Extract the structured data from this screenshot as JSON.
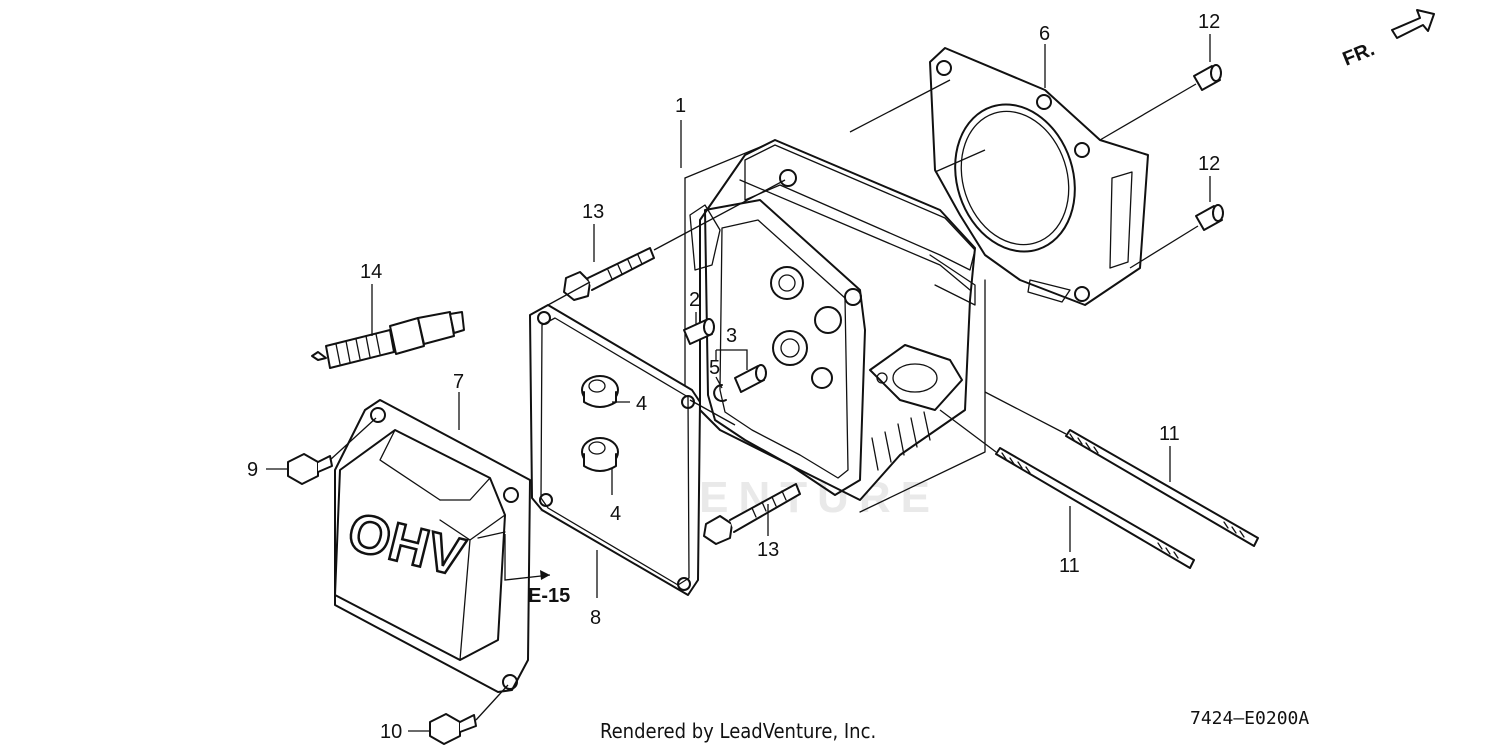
{
  "watermark": "LEADVENTURE",
  "footer_text": "Rendered by LeadVenture, Inc.",
  "diagram_code": "7424—E0200A",
  "direction_label": "FR.",
  "cover_emboss": "OHV",
  "reference_link": "E-15",
  "callouts": {
    "c1": "1",
    "c2": "2",
    "c3": "3",
    "c4a": "4",
    "c4b": "4",
    "c5": "5",
    "c6": "6",
    "c7": "7",
    "c8": "8",
    "c9": "9",
    "c10": "10",
    "c11a": "11",
    "c11b": "11",
    "c12a": "12",
    "c12b": "12",
    "c13a": "13",
    "c13b": "13",
    "c14": "14"
  }
}
